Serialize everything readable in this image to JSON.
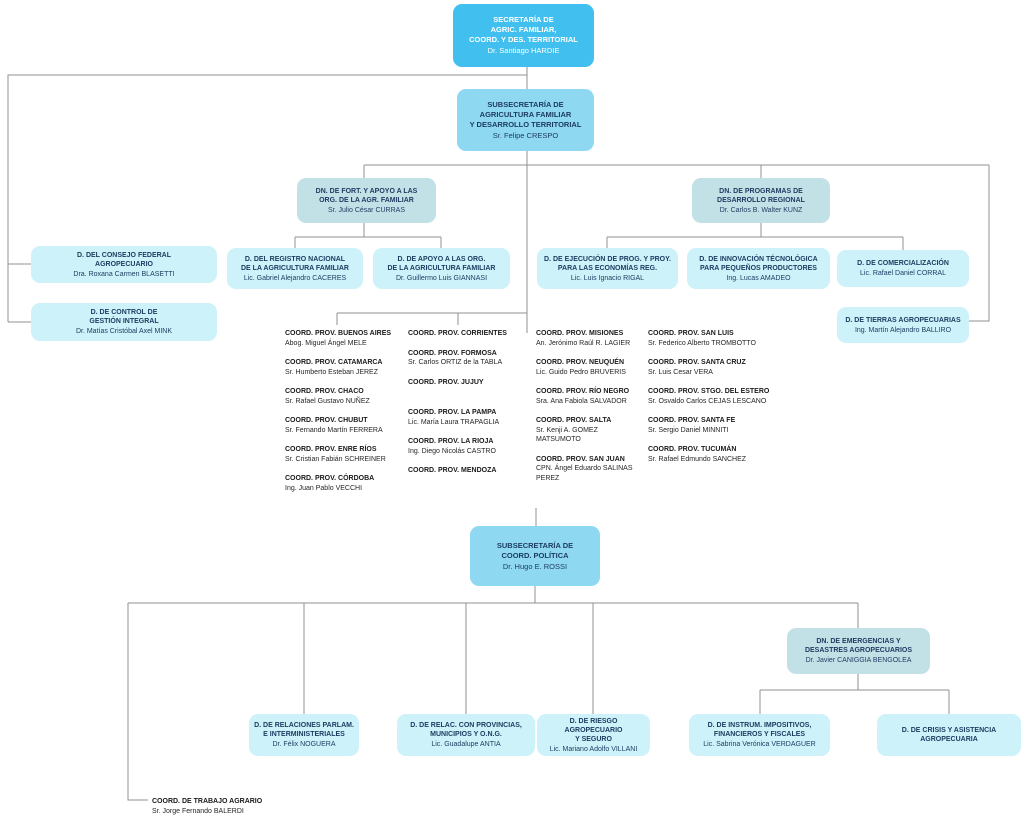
{
  "colors": {
    "primary_blue": "#41c0ef",
    "secondary_blue": "#8ed8f1",
    "teal_gray": "#c2e1e7",
    "light_cyan": "#cdf2fa",
    "line_gray": "#909090",
    "text_navy": "#1d3a5f"
  },
  "nodes": {
    "secretaria": {
      "title": "SECRETARÍA DE\nAGRIC. FAMILIAR,\nCOORD. Y DES. TERRITORIAL",
      "name": "Dr. Santiago HARDIE"
    },
    "subsec_agricultura": {
      "title": "SUBSECRETARÍA DE\nAGRICULTURA FAMILIAR\nY DESARROLLO TERRITORIAL",
      "name": "Sr. Felipe CRESPO"
    },
    "dn_fortalecimiento": {
      "title": "DN. DE FORT. Y APOYO A LAS\nORG. DE LA AGR. FAMILIAR",
      "name": "Sr. Julio César CURRAS"
    },
    "dn_programas": {
      "title": "DN. DE PROGRAMAS DE\nDESARROLLO REGIONAL",
      "name": "Dr. Carlos B. Walter KUNZ"
    },
    "d_consejo_federal": {
      "title": "D. DEL CONSEJO FEDERAL\nAGROPECUARIO",
      "name": "Dra. Roxana Carmen BLASETTI"
    },
    "d_control_gestion": {
      "title": "D. DE CONTROL DE\nGESTIÓN INTEGRAL",
      "name": "Dr. Matías Cristóbal Axel MINK"
    },
    "d_registro_nacional": {
      "title": "D. DEL REGISTRO NACIONAL\nDE LA AGRICULTURA FAMILIAR",
      "name": "Lic. Gabriel Alejandro CACERES"
    },
    "d_apoyo_org": {
      "title": "D. DE APOYO A LAS  ORG.\nDE LA AGRICULTURA FAMILIAR",
      "name": "Dr. Guillermo Luis GIANNASI"
    },
    "d_ejecucion": {
      "title": "D. DE EJECUCIÓN DE PROG. Y PROY.\nPARA LAS ECONOMÍAS REG.",
      "name": "Lic. Luis Ignacio RIGAL"
    },
    "d_innovacion": {
      "title": "D. DE INNOVACIÓN TÉCNOLÓGICA\nPARA PEQUEÑOS PRODUCTORES",
      "name": "Ing. Lucas AMADEO"
    },
    "d_comercializacion": {
      "title": "D. DE COMERCIALIZACIÓN",
      "name": "Lic. Rafael Daniel CORRAL"
    },
    "d_tierras": {
      "title": "D. DE TIERRAS AGROPECUARIAS",
      "name": "Ing. Martín Alejandro BALLIRO"
    },
    "subsec_coord_politica": {
      "title": "SUBSECRETARÍA DE\nCOORD. POLÍTICA",
      "name": "Dr. Hugo E. ROSSI"
    },
    "dn_emergencias": {
      "title": "DN. DE EMERGENCIAS Y\nDESASTRES AGROPECUARIOS",
      "name": "Dr. Javier CANIGGIA BENGOLEA"
    },
    "d_relaciones_parlam": {
      "title": "D. DE RELACIONES PARLAM.\nE INTERMINISTERIALES",
      "name": "Dr. Félix NOGUERA"
    },
    "d_relac_provincias": {
      "title": "D. DE RELAC. CON PROVINCIAS,\nMUNICIPIOS Y O.N.G.",
      "name": "Lic. Guadalupe ANTIA"
    },
    "d_riesgo": {
      "title": "D. DE RIESGO AGROPECUARIO\nY SEGURO",
      "name": "Lic. Mariano Adolfo VILLANI"
    },
    "d_instrum": {
      "title": "D. DE INSTRUM. IMPOSITIVOS,\nFINANCIEROS Y FISCALES",
      "name": "Lic. Sabrina Verónica VERDAGUER"
    },
    "d_crisis": {
      "title": "D. DE CRISIS Y ASISTENCIA\nAGROPECUARIA",
      "name": ""
    },
    "coord_trabajo_agrario": {
      "title": "COORD. DE TRABAJO AGRARIO",
      "name": "Sr. Jorge Fernando BALERDI"
    }
  },
  "coordinators": {
    "col1": [
      {
        "t": "COORD. PROV. BUENOS AIRES",
        "n": "Abog. Miguel Ángel MELE"
      },
      {
        "t": "COORD. PROV. CATAMARCA",
        "n": "Sr. Humberto Esteban JEREZ"
      },
      {
        "t": "COORD. PROV. CHACO",
        "n": "Sr. Rafael Gustavo NUÑEZ"
      },
      {
        "t": "COORD. PROV. CHUBUT",
        "n": "Sr. Fernando Martín FERRERA"
      },
      {
        "t": "COORD. PROV. ENRE RÍOS",
        "n": "Sr. Cristian Fabián SCHREINER"
      },
      {
        "t": "COORD. PROV. CÓRDOBA",
        "n": "Ing. Juan Pablo VECCHI"
      }
    ],
    "col2": [
      {
        "t": "COORD. PROV. CORRIENTES",
        "n": ""
      },
      {
        "t": "COORD. PROV. FORMOSA",
        "n": "Sr. Carlos ORTIZ de la TABLA"
      },
      {
        "t": "COORD. PROV. JUJUY",
        "n": "",
        "gap": true
      },
      {
        "t": "COORD. PROV. LA PAMPA",
        "n": "Lic. María Laura TRAPAGLIA"
      },
      {
        "t": "COORD. PROV. LA RIOJA",
        "n": "Ing. Diego Nicolás CASTRO"
      },
      {
        "t": "COORD. PROV. MENDOZA",
        "n": ""
      }
    ],
    "col3": [
      {
        "t": "COORD. PROV. MISIONES",
        "n": "An. Jerónimo Raúl R. LAGIER"
      },
      {
        "t": "COORD. PROV. NEUQUÉN",
        "n": "Lic. Guido Pedro BRUVERIS"
      },
      {
        "t": "COORD. PROV. RÍO NEGRO",
        "n": "Sra. Ana Fabiola  SALVADOR"
      },
      {
        "t": "COORD. PROV. SALTA",
        "n": "Sr. Kenji A. GOMEZ\nMATSUMOTO"
      },
      {
        "t": "COORD. PROV. SAN JUAN",
        "n": "CPN. Ángel Eduardo SALINAS\nPEREZ"
      }
    ],
    "col4": [
      {
        "t": "COORD. PROV. SAN LUIS",
        "n": "Sr. Federico Alberto TROMBOTTO"
      },
      {
        "t": "COORD. PROV. SANTA CRUZ",
        "n": "Sr. Luis Cesar VERA"
      },
      {
        "t": "COORD. PROV. STGO. DEL ESTERO",
        "n": "Sr. Osvaldo Carlos CEJAS LESCANO"
      },
      {
        "t": "COORD. PROV. SANTA FE",
        "n": "Sr. Sergio Daniel MINNITI"
      },
      {
        "t": "COORD. PROV. TUCUMÁN",
        "n": "Sr. Rafael Edmundo SANCHEZ"
      }
    ]
  }
}
